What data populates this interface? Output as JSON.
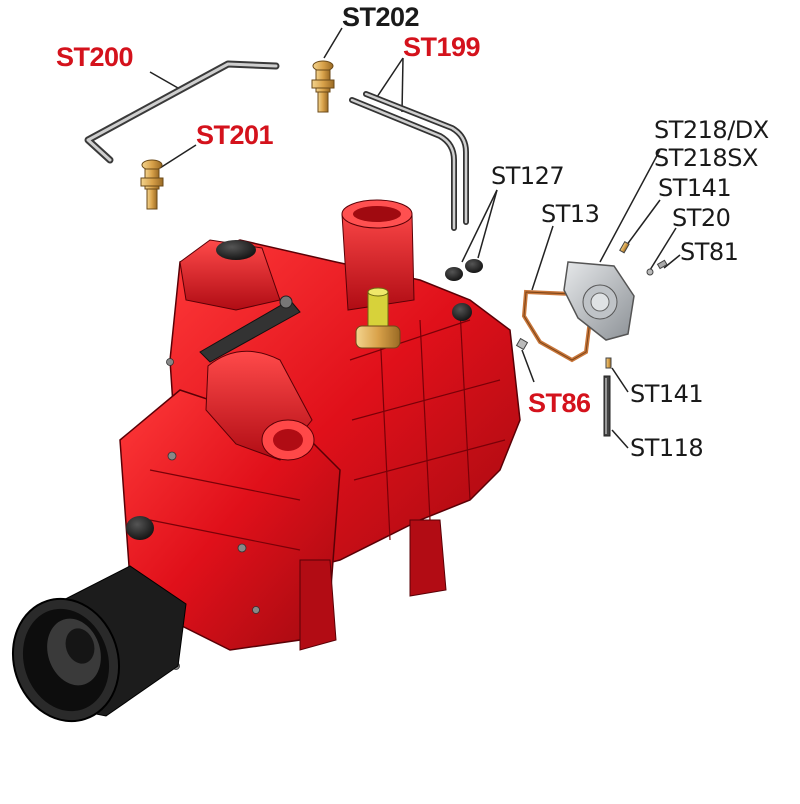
{
  "labels": {
    "st200": "ST200",
    "st202": "ST202",
    "st199": "ST199",
    "st201": "ST201",
    "st127": "ST127",
    "st13": "ST13",
    "st218dx": "ST218/DX",
    "st218sx": "ST218SX",
    "st141_top": "ST141",
    "st20": "ST20",
    "st81": "ST81",
    "st86": "ST86",
    "st141_bottom": "ST141",
    "st118": "ST118"
  },
  "colors": {
    "highlight_label": "#d4121c",
    "plain_label": "#1a1a1a",
    "pump_body": "#e0101a",
    "pump_shadow": "#9c0a10",
    "brass": "#d9a24a",
    "plate": "#a8adb3",
    "gasket": "#c8763a"
  }
}
